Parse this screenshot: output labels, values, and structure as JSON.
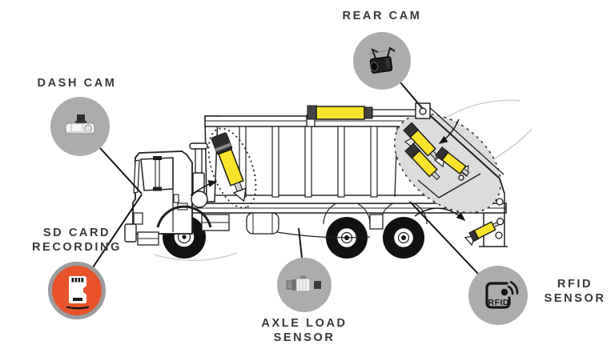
{
  "colors": {
    "background": "#FFFFFF",
    "callout_circle_gray": "#ACACAC",
    "sd_circle_orange": "#E8532C",
    "sd_circle_ring": "#9C9C9C",
    "hydraulic_yellow": "#F9E32B",
    "line_art_black": "#1F1F1F",
    "label_text": "#383838",
    "hopper_shade_gray": "#DCDCDC"
  },
  "callouts": {
    "dash_cam": {
      "label": "DASH CAM",
      "icon": "dash-cam-icon"
    },
    "rear_cam": {
      "label": "REAR CAM",
      "icon": "rear-cam-icon"
    },
    "sd_card": {
      "lines": [
        "SD CARD",
        "RECORDING"
      ],
      "icon": "sd-card-icon"
    },
    "axle_load": {
      "lines": [
        "AXLE LOAD",
        "SENSOR"
      ],
      "icon": "axle-load-sensor-icon"
    },
    "rfid": {
      "lines": [
        "RFID",
        "SENSOR"
      ],
      "icon": "rfid-icon",
      "icon_text": "RFID"
    }
  }
}
